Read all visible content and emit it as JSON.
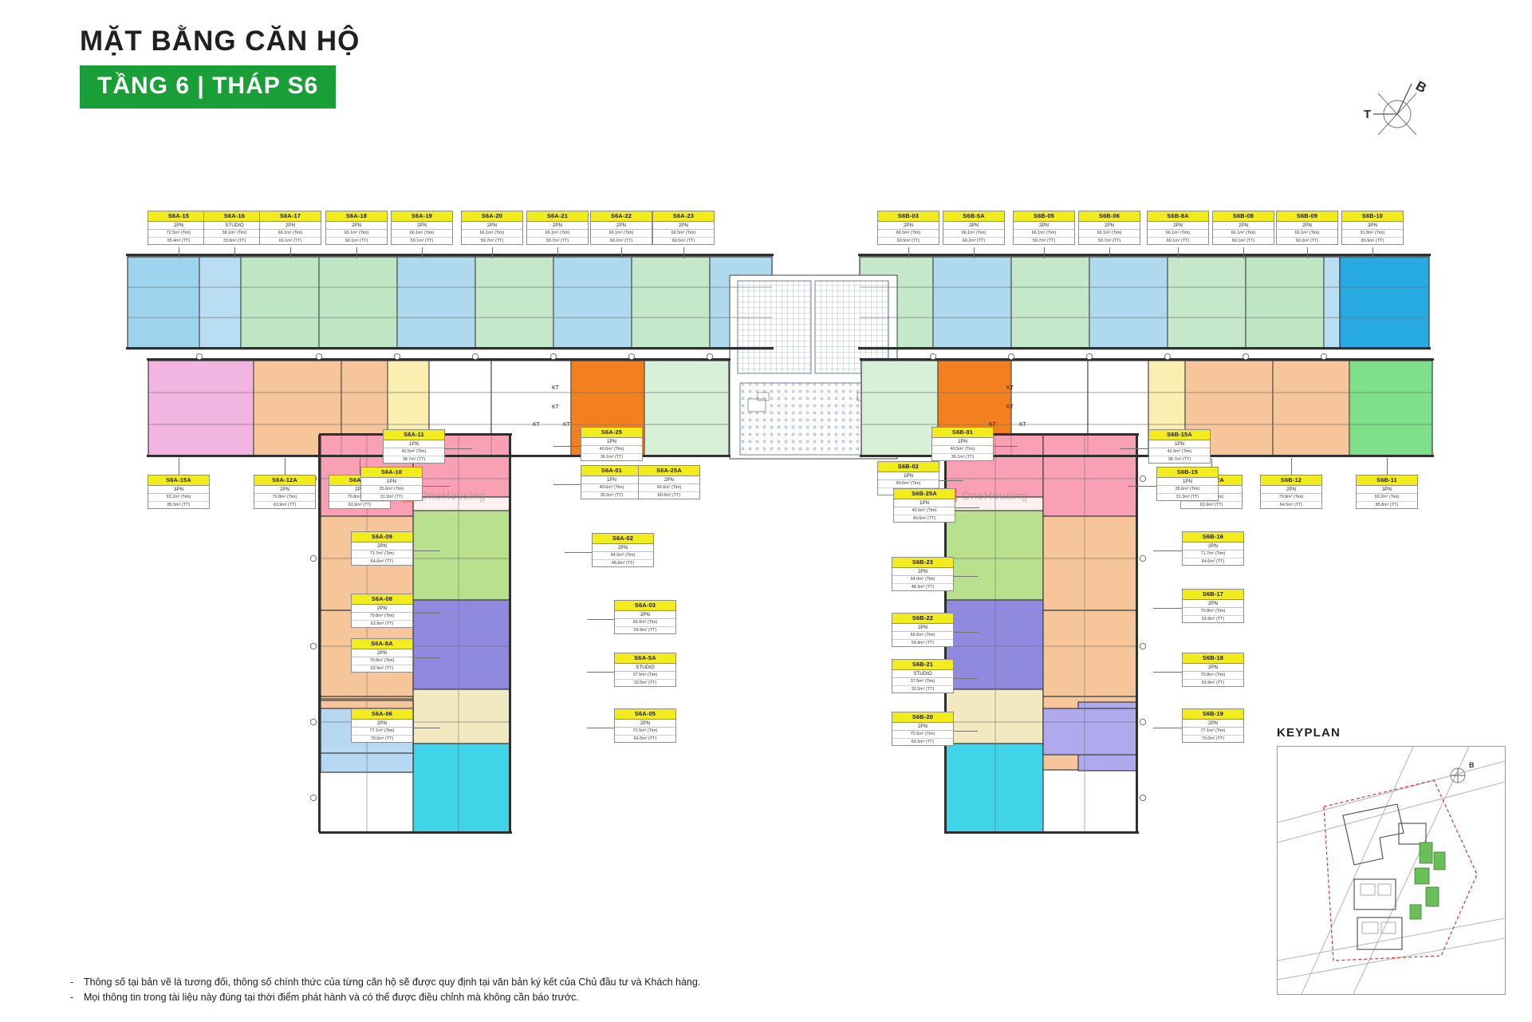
{
  "header": {
    "title": "MẶT BẰNG CĂN HỘ",
    "subtitle": "TẦNG 6  |  THÁP S6",
    "banner_color": "#199e38"
  },
  "compass": {
    "label_n": "B",
    "label_w": "T"
  },
  "legend_keys": {
    "tim": "(Tim)",
    "tt": "(TT)",
    "kt": "KT"
  },
  "watermark": {
    "text": "OneHousing"
  },
  "keyplan": {
    "title": "KEYPLAN",
    "north_label": "B"
  },
  "footer": {
    "notes": [
      "Thông số tại bản vẽ là tương đối, thông số chính thức của từng căn hộ sẽ được quy định tại văn bản ký kết của Chủ đầu tư và Khách hàng.",
      "Mọi thông tin trong tài liệu này đúng tại thời điểm phát hành và có thể được điều chỉnh mà không cần báo trước."
    ],
    "dash": "-"
  },
  "units": {
    "top_a": [
      {
        "code": "S6A-15",
        "type": "2PN",
        "tim": "72.5m²",
        "tt": "65.4m²"
      },
      {
        "code": "S6A-16",
        "type": "STUDIO",
        "tim": "38.1m²",
        "tt": "33.9m²"
      },
      {
        "code": "S6A-17",
        "type": "2PN",
        "tim": "66.1m²",
        "tt": "60.1m²"
      },
      {
        "code": "S6A-18",
        "type": "2PN",
        "tim": "66.1m²",
        "tt": "60.1m²"
      },
      {
        "code": "S6A-19",
        "type": "2PN",
        "tim": "66.1m²",
        "tt": "59.1m²"
      },
      {
        "code": "S6A-20",
        "type": "2PN",
        "tim": "66.1m²",
        "tt": "59.7m²"
      },
      {
        "code": "S6A-21",
        "type": "2PN",
        "tim": "66.1m²",
        "tt": "59.7m²"
      },
      {
        "code": "S6A-22",
        "type": "2PN",
        "tim": "66.1m²",
        "tt": "60.2m²"
      },
      {
        "code": "S6A-23",
        "type": "2PN",
        "tim": "66.5m²",
        "tt": "60.5m²"
      }
    ],
    "top_b": [
      {
        "code": "S6B-03",
        "type": "2PN",
        "tim": "66.5m²",
        "tt": "60.5m²"
      },
      {
        "code": "S6B-5A",
        "type": "2PN",
        "tim": "66.1m²",
        "tt": "60.2m²"
      },
      {
        "code": "S6B-05",
        "type": "2PN",
        "tim": "66.1m²",
        "tt": "59.7m²"
      },
      {
        "code": "S6B-06",
        "type": "2PN",
        "tim": "66.1m²",
        "tt": "59.7m²"
      },
      {
        "code": "S6B-8A",
        "type": "2PN",
        "tim": "66.1m²",
        "tt": "60.1m²"
      },
      {
        "code": "S6B-08",
        "type": "2PN",
        "tim": "66.1m²",
        "tt": "60.1m²"
      },
      {
        "code": "S6B-09",
        "type": "2PN",
        "tim": "66.1m²",
        "tt": "60.2m²"
      },
      {
        "code": "S6B-10",
        "type": "3PN",
        "tim": "91.8m²",
        "tt": "83.9m²"
      }
    ],
    "mid_a": [
      {
        "code": "S6A-15A",
        "type": "3PN",
        "tim": "93.2m²",
        "tt": "85.5m²"
      },
      {
        "code": "S6A-12A",
        "type": "2PN",
        "tim": "70.8m²",
        "tt": "63.9m²"
      },
      {
        "code": "S6A-12",
        "type": "2PN",
        "tim": "70.8m²",
        "tt": "63.9m²"
      }
    ],
    "mid_b": [
      {
        "code": "S6B-12A",
        "type": "2PN",
        "tim": "70.8m²",
        "tt": "63.9m²"
      },
      {
        "code": "S6B-12",
        "type": "2PN",
        "tim": "70.8m²",
        "tt": "64.5m²"
      },
      {
        "code": "S6B-11",
        "type": "3PN",
        "tim": "93.2m²",
        "tt": "85.8m²"
      }
    ],
    "wing_a_left": [
      {
        "code": "S6A-11",
        "type": "1PN",
        "tim": "42.5m²",
        "tt": "38.7m²"
      },
      {
        "code": "S6A-10",
        "type": "1PN",
        "tim": "35.6m²",
        "tt": "31.3m²"
      },
      {
        "code": "S6A-09",
        "type": "2PN",
        "tim": "71.7m²",
        "tt": "64.6m²"
      },
      {
        "code": "S6A-08",
        "type": "2PN",
        "tim": "70.8m²",
        "tt": "63.9m²"
      },
      {
        "code": "S6A-8A",
        "type": "2PN",
        "tim": "70.8m²",
        "tt": "63.9m²"
      },
      {
        "code": "S6A-06",
        "type": "2PN",
        "tim": "77.1m²",
        "tt": "70.0m²"
      }
    ],
    "wing_a_right": [
      {
        "code": "S6A-25",
        "type": "1PN",
        "tim": "40.6m²",
        "tt": "36.1m²"
      },
      {
        "code": "S6A-01",
        "type": "1PN",
        "tim": "40.6m²",
        "tt": "35.5m²"
      },
      {
        "code": "S6A-25A",
        "type": "2PN",
        "tim": "66.6m²",
        "tt": "60.6m²"
      },
      {
        "code": "S6A-02",
        "type": "2PN",
        "tim": "54.0m²",
        "tt": "48.3m²"
      },
      {
        "code": "S6A-03",
        "type": "2PN",
        "tim": "66.6m²",
        "tt": "59.9m²"
      },
      {
        "code": "S6A-5A",
        "type": "STUDIO",
        "tim": "37.5m²",
        "tt": "33.5m²"
      },
      {
        "code": "S6A-05",
        "type": "2PN",
        "tim": "72.5m²",
        "tt": "66.5m²"
      }
    ],
    "wing_b_left": [
      {
        "code": "S6B-01",
        "type": "1PN",
        "tim": "40.5m²",
        "tt": "36.1m²"
      },
      {
        "code": "S6B-02",
        "type": "1PN",
        "tim": "66.6m²",
        "tt": "60.6m²"
      },
      {
        "code": "S6B-25A",
        "type": "1PN",
        "tim": "40.6m²",
        "tt": "40.6m²"
      },
      {
        "code": "S6B-23",
        "type": "2PN",
        "tim": "54.0m²",
        "tt": "48.3m²"
      },
      {
        "code": "S6B-22",
        "type": "2PN",
        "tim": "66.6m²",
        "tt": "59.9m²"
      },
      {
        "code": "S6B-21",
        "type": "STUDIO",
        "tim": "37.5m²",
        "tt": "33.5m²"
      },
      {
        "code": "S6B-20",
        "type": "2PN",
        "tim": "72.5m²",
        "tt": "66.5m²"
      }
    ],
    "wing_b_right": [
      {
        "code": "S6B-15A",
        "type": "1PN",
        "tim": "42.5m²",
        "tt": "38.7m²"
      },
      {
        "code": "S6B-15",
        "type": "1PN",
        "tim": "35.6m²",
        "tt": "31.3m²"
      },
      {
        "code": "S6B-16",
        "type": "2PN",
        "tim": "71.7m²",
        "tt": "64.6m²"
      },
      {
        "code": "S6B-17",
        "type": "2PN",
        "tim": "70.8m²",
        "tt": "63.9m²"
      },
      {
        "code": "S6B-18",
        "type": "2PN",
        "tim": "70.8m²",
        "tt": "63.9m²"
      },
      {
        "code": "S6B-19",
        "type": "2PN",
        "tim": "77.1m²",
        "tt": "70.0m²"
      }
    ]
  }
}
